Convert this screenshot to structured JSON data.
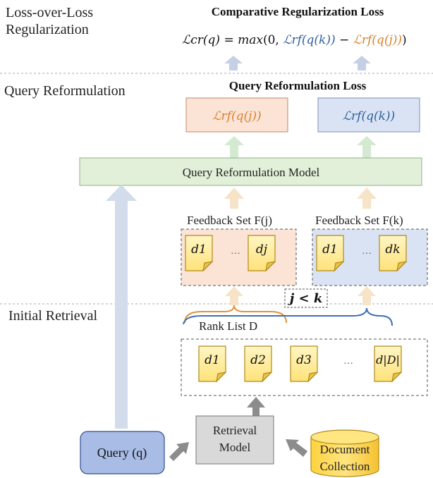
{
  "sections": {
    "loss_over_loss_line1": "Loss-over-Loss",
    "loss_over_loss_line2": "Regularization",
    "query_reformulation": "Query Reformulation",
    "initial_retrieval": "Initial Retrieval"
  },
  "cr_loss": {
    "title": "Comparative Regularization Loss",
    "lhs": "ℒcr(q) = max",
    "rhs_open": "(0, ",
    "rf_k": "ℒrf(q(k))",
    "minus": " − ",
    "rf_j": "ℒrf(q(j))",
    "close": ")"
  },
  "rf_loss": {
    "title": "Query Reformulation Loss",
    "box_j": "ℒrf(q(j))",
    "box_k": "ℒrf(q(k))"
  },
  "model": {
    "label": "Query Reformulation Model"
  },
  "feedback": {
    "label_j": "Feedback Set F(j)",
    "label_k": "Feedback Set F(k)",
    "docs_j": [
      "d1",
      "dj"
    ],
    "docs_k": [
      "d1",
      "dk"
    ],
    "ellipsis": "…"
  },
  "constraint": {
    "text": "j < k"
  },
  "rank_list": {
    "label": "Rank List D",
    "docs": [
      "d1",
      "d2",
      "d3",
      "d|D|"
    ],
    "ellipsis": "…"
  },
  "query": {
    "label": "Query (q)"
  },
  "retrieval_model": {
    "line1": "Retrieval",
    "line2": "Model"
  },
  "collection": {
    "line1": "Document",
    "line2": "Collection"
  },
  "colors": {
    "blue_accent": "#2e5f9e",
    "orange_accent": "#d9822b",
    "pink_fill": "#fbe3d6",
    "lavender_fill": "#dae3f3",
    "green_fill": "#e2f0d9",
    "doc_fill": "#fff2b3",
    "query_fill": "#a9bce6",
    "cylinder_fill": "#ffd966",
    "retrieval_fill": "#d9d9d9"
  }
}
